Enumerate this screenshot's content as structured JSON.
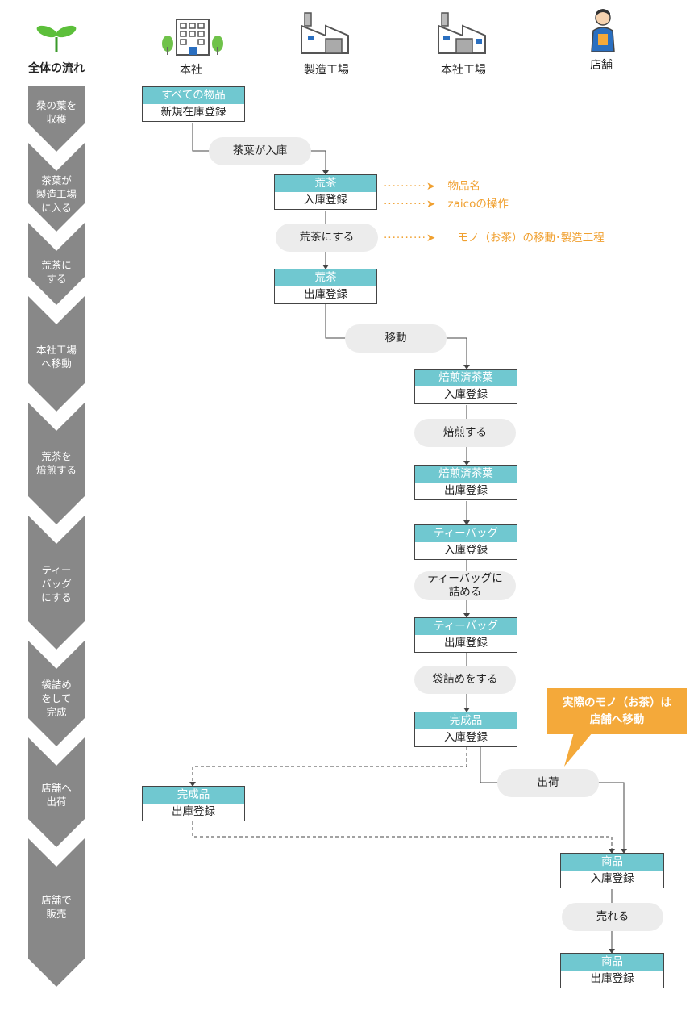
{
  "flow": {
    "title": "全体の流れ",
    "steps": [
      "桑の葉を\n収穫",
      "茶葉が\n製造工場\nに入る",
      "荒茶に\nする",
      "本社工場\nへ移動",
      "荒茶を\n焙煎する",
      "ティー\nバッグ\nにする",
      "袋詰め\nをして\n完成",
      "店舗へ\n出荷",
      "店舗で\n販売"
    ]
  },
  "columns": {
    "headquarters": "本社",
    "factory": "製造工場",
    "hq_factory": "本社工場",
    "store": "店舗"
  },
  "boxes": [
    {
      "header": "すべての物品",
      "body": "新規在庫登録"
    },
    {
      "header": "荒茶",
      "body": "入庫登録"
    },
    {
      "header": "荒茶",
      "body": "出庫登録"
    },
    {
      "header": "焙煎済茶葉",
      "body": "入庫登録"
    },
    {
      "header": "焙煎済茶葉",
      "body": "出庫登録"
    },
    {
      "header": "ティーバッグ",
      "body": "入庫登録"
    },
    {
      "header": "ティーバッグ",
      "body": "出庫登録"
    },
    {
      "header": "完成品",
      "body": "入庫登録"
    },
    {
      "header": "完成品",
      "body": "出庫登録"
    },
    {
      "header": "商品",
      "body": "入庫登録"
    },
    {
      "header": "商品",
      "body": "出庫登録"
    }
  ],
  "actions": [
    "茶葉が入庫",
    "荒茶にする",
    "移動",
    "焙煎する",
    "ティーバッグに\n詰める",
    "袋詰めをする",
    "出荷",
    "売れる"
  ],
  "legend": {
    "item_name": "物品名",
    "zaico_op": "zaicoの操作",
    "movement": "モノ（お茶）の移動･製造工程",
    "dots": "··········➤"
  },
  "callout": {
    "text": "実際のモノ（お茶）は\n店舗へ移動"
  },
  "colors": {
    "chevron": "#888888",
    "box_header": "#70c8d0",
    "pill": "#ececec",
    "accent": "#f0a030",
    "callout": "#f4a93a",
    "sprout": "#5cbf3a"
  },
  "icons": {
    "flow": "sprout-icon",
    "headquarters": "office-building-icon",
    "factory": "factory-icon",
    "hq_factory": "factory-icon",
    "store": "shop-clerk-icon"
  }
}
